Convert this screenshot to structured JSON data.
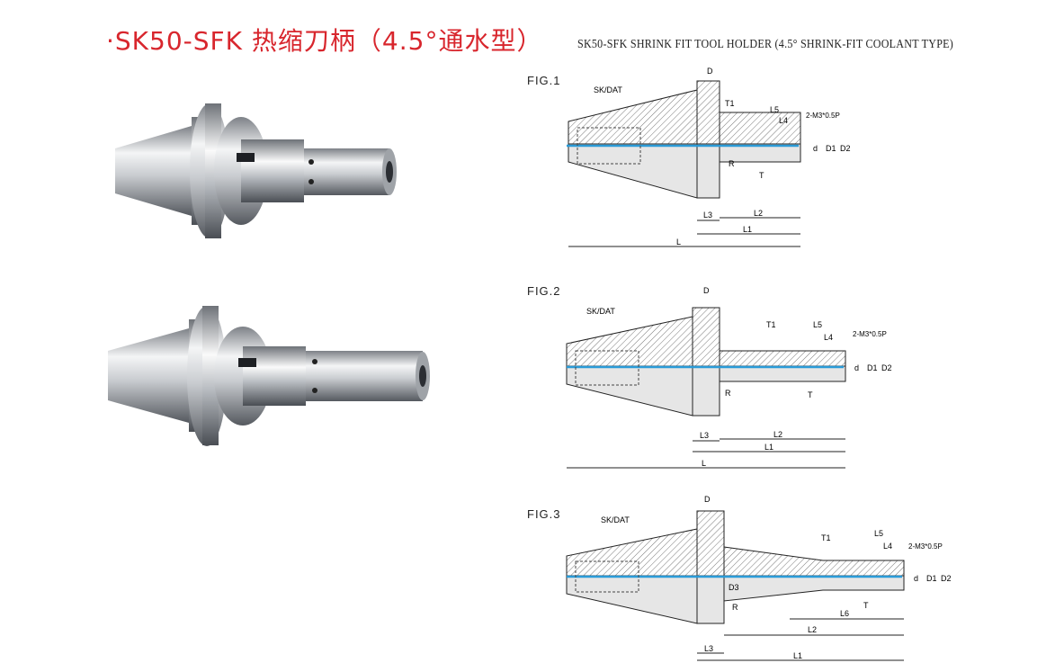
{
  "header": {
    "title_zh": "·SK50-SFK 热缩刀柄（4.5°通水型）",
    "title_en": "SK50-SFK SHRINK FIT TOOL HOLDER (4.5° SHRINK-FIT COOLANT TYPE)"
  },
  "figures": [
    {
      "label": "FIG.1",
      "taper": "SK/DAT",
      "dims": [
        "D",
        "T1",
        "L5",
        "L4",
        "2-M3*0.5P",
        "d",
        "D1",
        "D2",
        "R",
        "T",
        "L3",
        "L2",
        "L1",
        "L"
      ]
    },
    {
      "label": "FIG.2",
      "taper": "SK/DAT",
      "dims": [
        "D",
        "T1",
        "L5",
        "L4",
        "2-M3*0.5P",
        "d",
        "D1",
        "D2",
        "R",
        "T",
        "L3",
        "L2",
        "L1",
        "L"
      ]
    },
    {
      "label": "FIG.3",
      "taper": "SK/DAT",
      "dims": [
        "D",
        "T1",
        "L5",
        "L4",
        "2-M3*0.5P",
        "d",
        "D1",
        "D2",
        "D3",
        "R",
        "T",
        "L6",
        "L3",
        "L2",
        "L1"
      ]
    }
  ],
  "colors": {
    "title": "#d8262d",
    "coolant": "#2a9bd8",
    "line": "#222222"
  }
}
